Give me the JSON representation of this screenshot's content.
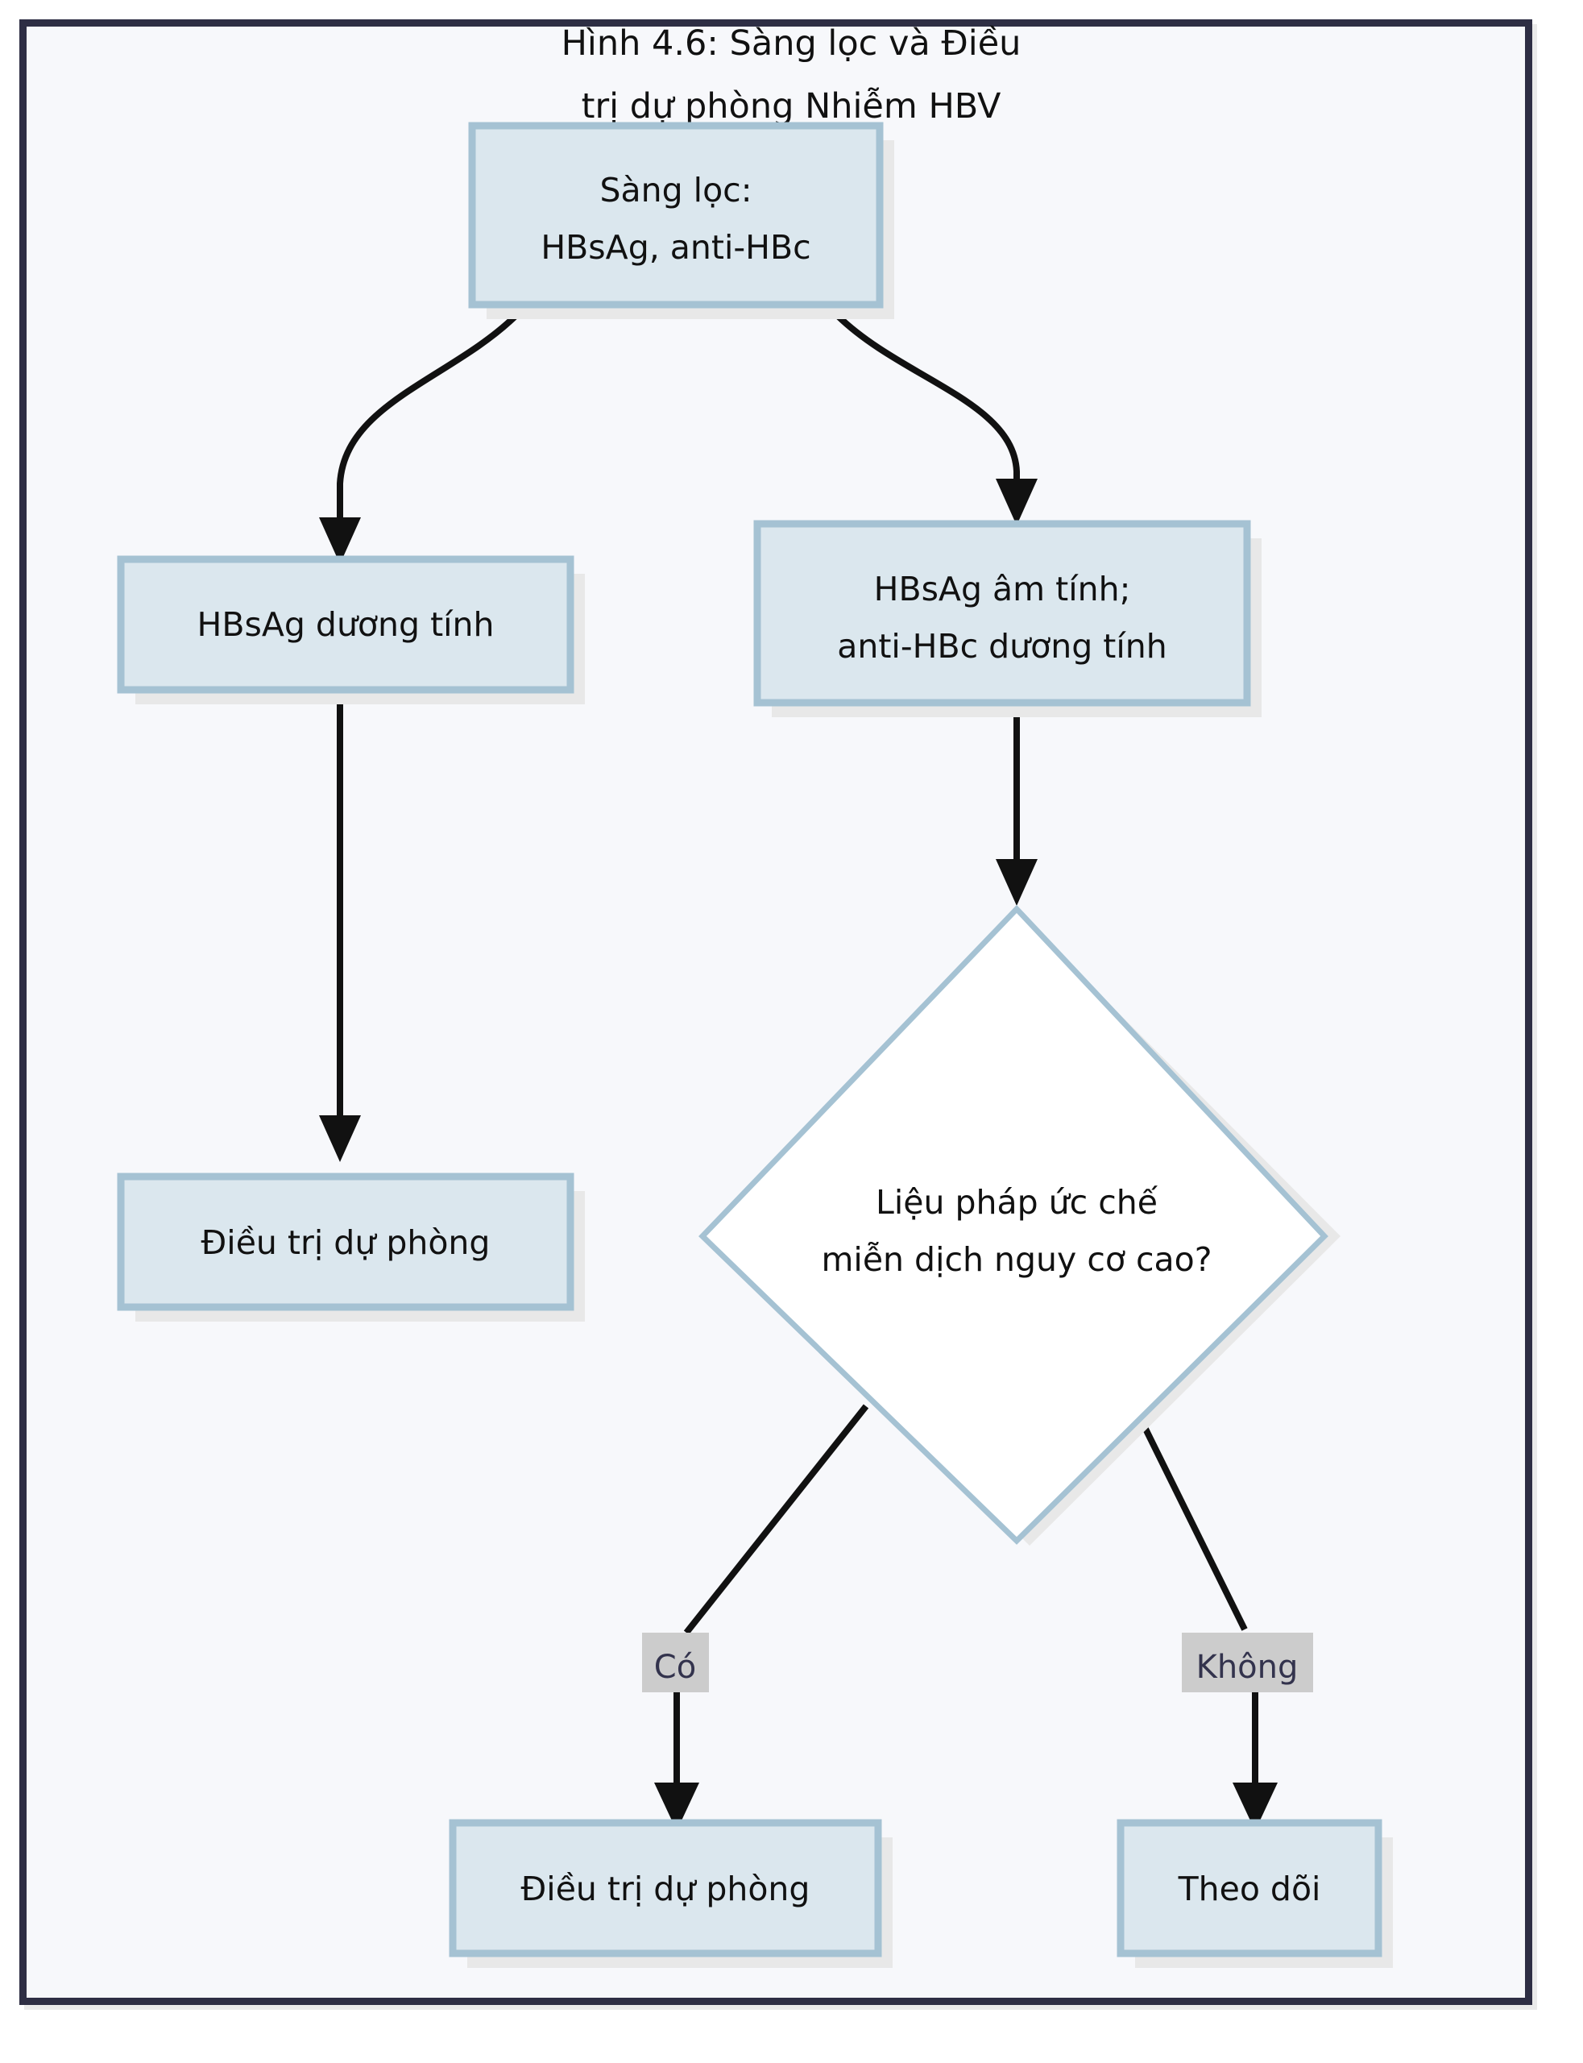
{
  "figure": {
    "title_line1": "Hình 4.6: Sàng lọc và Điều",
    "title_line2": "trị dự phòng Nhiễm HBV",
    "frame_border_color": "#2e2e44",
    "page_background": "#f7f8fb"
  },
  "style": {
    "node_fill": "#dbe7ee",
    "node_border": "#a5c2d3",
    "decision_fill": "#ffffff",
    "decision_border": "#a5c2d3",
    "edge_color": "#111111",
    "edge_label_bg": "#cccccc",
    "edge_label_color": "#33334d",
    "shadow_color": "#e8e8e8"
  },
  "nodes": [
    {
      "id": "screening",
      "shape": "rect",
      "line1": "Sàng lọc:",
      "line2": "HBsAg, anti-HBc"
    },
    {
      "id": "hbsag_positive",
      "shape": "rect",
      "line1": "HBsAg dương tính",
      "line2": ""
    },
    {
      "id": "hbsag_negative_antihbc_positive",
      "shape": "rect",
      "line1": "HBsAg âm tính;",
      "line2": "anti-HBc dương tính"
    },
    {
      "id": "prophylaxis_left",
      "shape": "rect",
      "line1": "Điều trị dự phòng",
      "line2": ""
    },
    {
      "id": "high_risk_decision",
      "shape": "diamond",
      "line1": "Liệu pháp ức chế",
      "line2": "miễn dịch nguy cơ cao?"
    },
    {
      "id": "prophylaxis_bottom",
      "shape": "rect",
      "line1": "Điều trị dự phòng",
      "line2": ""
    },
    {
      "id": "monitoring",
      "shape": "rect",
      "line1": "Theo dõi",
      "line2": ""
    }
  ],
  "edge_labels": {
    "yes": "Có",
    "no": "Không"
  }
}
